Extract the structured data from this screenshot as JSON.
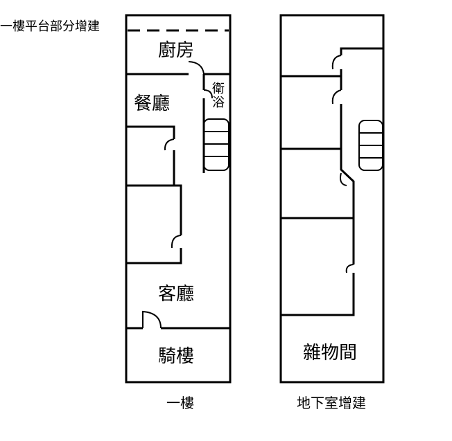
{
  "floor1": {
    "caption": "一樓",
    "platform_note": "一樓平台部分增建",
    "rooms": {
      "kitchen": "廚房",
      "dining": "餐廳",
      "bath": "衛浴",
      "living": "客廳",
      "arcade": "騎樓"
    }
  },
  "basement": {
    "caption": "地下室增建",
    "rooms": {
      "storage": "雜物間"
    }
  }
}
